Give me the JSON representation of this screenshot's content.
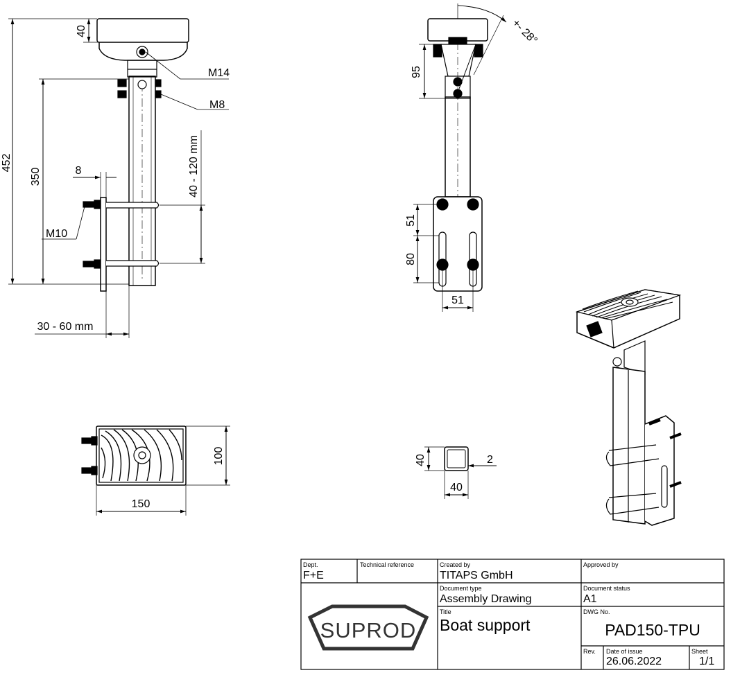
{
  "drawing": {
    "front_view": {
      "dim_total": "452",
      "dim_upper": "40",
      "dim_height": "350",
      "dim_adjust": "40 - 120 mm",
      "dim_plate": "8",
      "dim_clamp": "30 - 60 mm",
      "label_m14": "M14",
      "label_m8": "M8",
      "label_m10": "M10"
    },
    "side_view": {
      "dim_tilt": "+- 28°",
      "dim_95": "95",
      "dim_51v": "51",
      "dim_80": "80",
      "dim_51h": "51"
    },
    "top_view": {
      "dim_width": "150",
      "dim_depth": "100"
    },
    "section_view": {
      "dim_h": "40",
      "dim_w": "40",
      "dim_wall": "2"
    }
  },
  "title_block": {
    "dept_caption": "Dept.",
    "dept": "F+E",
    "techref_caption": "Technical reference",
    "created_caption": "Created by",
    "created": "TITAPS GmbH",
    "approved_caption": "Approved by",
    "doctype_caption": "Document type",
    "doctype": "Assembly Drawing",
    "status_caption": "Document status",
    "status": "A1",
    "title_caption": "Title",
    "title": "Boat support",
    "dwg_caption": "DWG No.",
    "dwg": "PAD150-TPU",
    "rev_caption": "Rev.",
    "date_caption": "Date of issue",
    "date": "26.06.2022",
    "sheet_caption": "Sheet",
    "sheet": "1/1",
    "logo": "SUPROD"
  }
}
